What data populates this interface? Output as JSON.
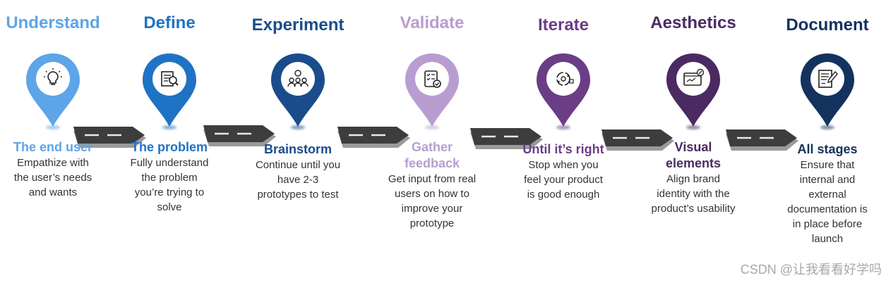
{
  "stages": [
    {
      "title": "Understand",
      "subtitle": "The end user",
      "desc": [
        "Empathize with",
        "the user’s needs",
        "and wants"
      ],
      "color": "#5da5e8",
      "icon": "lightbulb-icon"
    },
    {
      "title": "Define",
      "subtitle": "The problem",
      "desc": [
        "Fully understand",
        "the  problem",
        "you’re trying to",
        "solve"
      ],
      "color": "#1f73c4",
      "icon": "magnifier-document-icon"
    },
    {
      "title": "Experiment",
      "subtitle": "Brainstorm",
      "desc": [
        "Continue until you",
        "have 2-3",
        "prototypes to test"
      ],
      "color": "#1a4c8c",
      "icon": "brainstorm-team-icon"
    },
    {
      "title": "Validate",
      "subtitle": "Gather feedback",
      "desc": [
        "Get input from real",
        "users on how to",
        "improve your",
        "prototype"
      ],
      "color": "#b89dd1",
      "icon": "checklist-icon"
    },
    {
      "title": "Iterate",
      "subtitle": "Until it’s right",
      "desc": [
        "Stop when you",
        "feel your product",
        "is good enough"
      ],
      "color": "#6b3d86",
      "icon": "iterate-cycle-icon"
    },
    {
      "title": "Aesthetics",
      "subtitle": "Visual elements",
      "desc": [
        "Align brand",
        "identity with the",
        "product’s usability"
      ],
      "color": "#4b2a62",
      "icon": "design-screen-icon"
    },
    {
      "title": "Document",
      "subtitle": "All stages",
      "desc": [
        "Ensure that",
        "internal and",
        "external",
        "documentation is",
        "in place before",
        "launch"
      ],
      "color": "#14325e",
      "icon": "document-pen-icon"
    }
  ],
  "watermark": "CSDN @让我看看好学吗"
}
